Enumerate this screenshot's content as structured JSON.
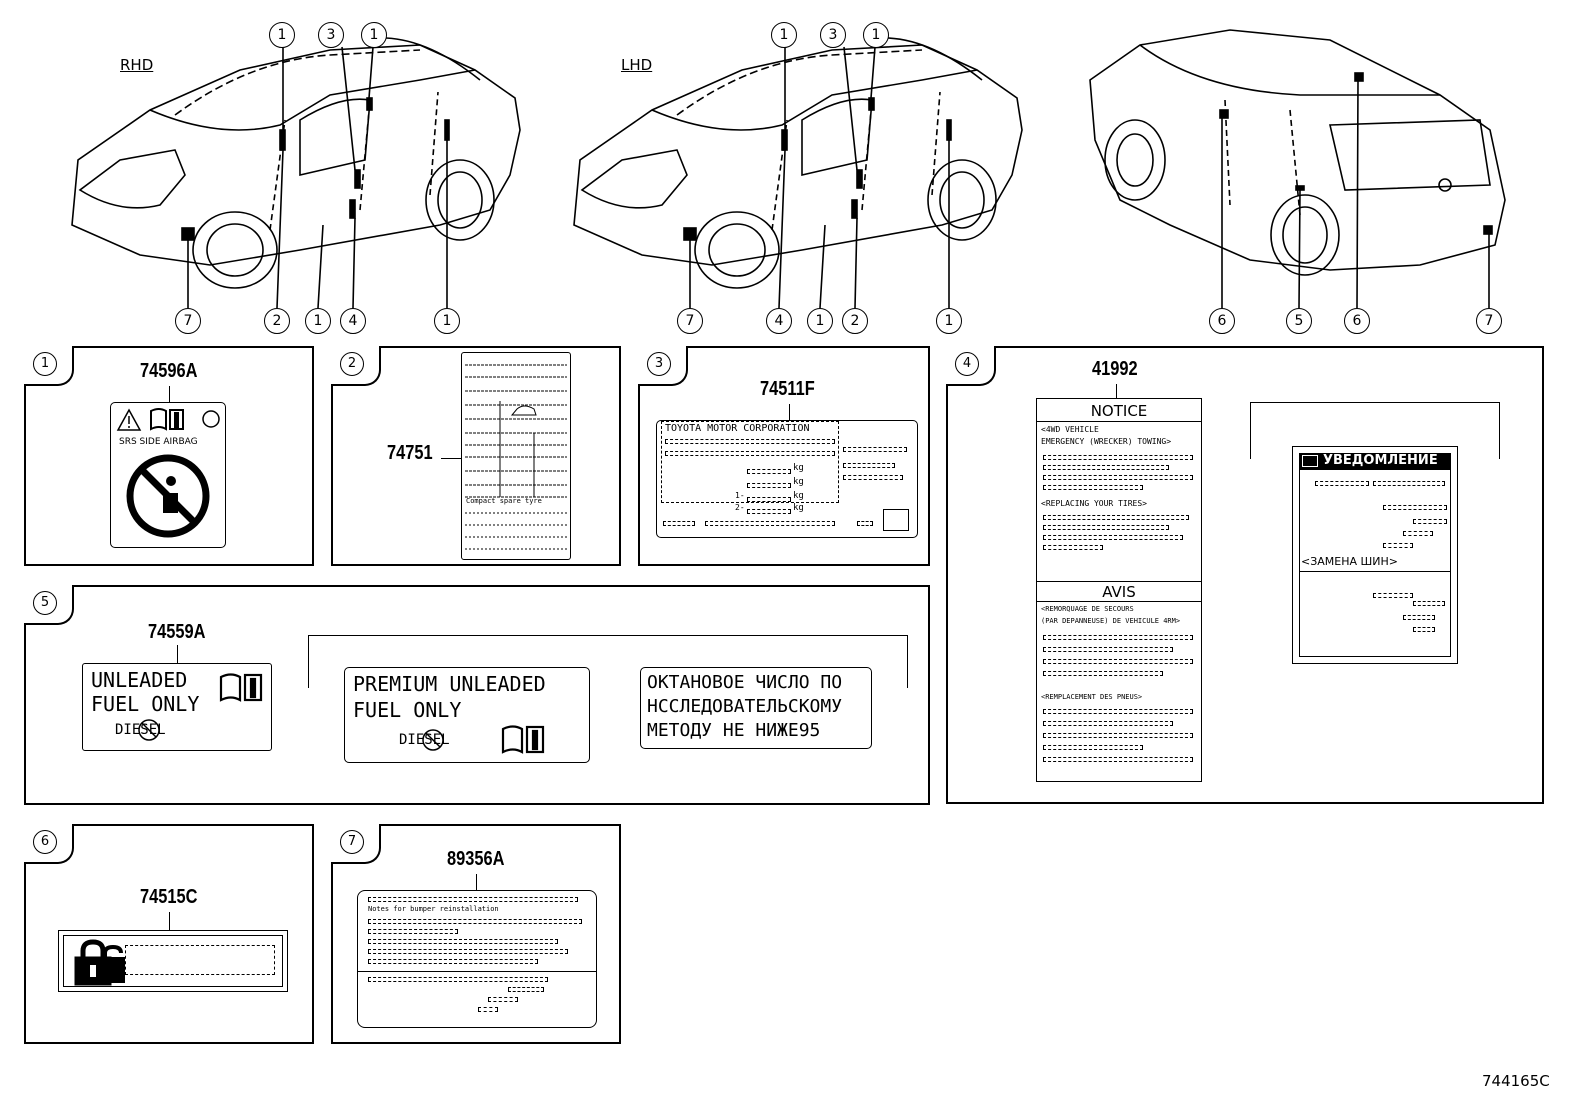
{
  "views": {
    "rhd_label": "RHD",
    "lhd_label": "LHD",
    "rhd_callouts_top": [
      "1",
      "3",
      "1"
    ],
    "rhd_callouts_bottom": [
      "7",
      "2",
      "1",
      "4",
      "1"
    ],
    "lhd_callouts_top": [
      "1",
      "3",
      "1"
    ],
    "lhd_callouts_bottom": [
      "7",
      "4",
      "1",
      "2",
      "1"
    ],
    "rear_callouts_bottom": [
      "6",
      "5",
      "6",
      "7"
    ]
  },
  "panels": [
    {
      "index": "1",
      "part": "74596A",
      "srs_text": "SRS  SIDE  AIRBAG"
    },
    {
      "index": "2",
      "part": "74751",
      "spare_text": "Compact spare tyre"
    },
    {
      "index": "3",
      "part": "74511F",
      "maker": "TOYOTA MOTOR CORPORATION",
      "kg": "kg",
      "row1": "1-",
      "row2": "2-"
    },
    {
      "index": "4",
      "part": "41992",
      "notice": {
        "title": "NOTICE",
        "line1": "<4WD VEHICLE",
        "line2": "EMERGENCY (WRECKER) TOWING>",
        "line3": "<REPLACING YOUR TIRES>"
      },
      "avis": {
        "title": "AVIS",
        "line1": "<REMORQUAGE DE SECOURS",
        "line2": "(PAR DEPANNEUSE) DE VEHICULE 4RM>",
        "line3": "<REMPLACEMENT DES PNEUS>"
      },
      "ru": {
        "title": "УВЕДОМЛЕНИЕ",
        "line1": "<ЗАМЕНА ШИН>"
      }
    },
    {
      "index": "5",
      "part": "74559A",
      "label_a": {
        "line1": "UNLEADED",
        "line2": "FUEL ONLY",
        "diesel": "DIESEL"
      },
      "label_b": {
        "line1": "PREMIUM  UNLEADED",
        "line2": "FUEL  ONLY",
        "diesel": "DIESEL"
      },
      "label_c": {
        "line1": "ОКТАНОВОЕ ЧИСЛО ПО",
        "line2": "НССЛЕДОВАТЕЛЬСКОМУ",
        "line3": "МЕТОДУ НЕ НИЖЕ95"
      }
    },
    {
      "index": "6",
      "part": "74515C"
    },
    {
      "index": "7",
      "part": "89356A",
      "line1": "Notes for bumper reinstallation"
    }
  ],
  "figure_code": "744165C"
}
